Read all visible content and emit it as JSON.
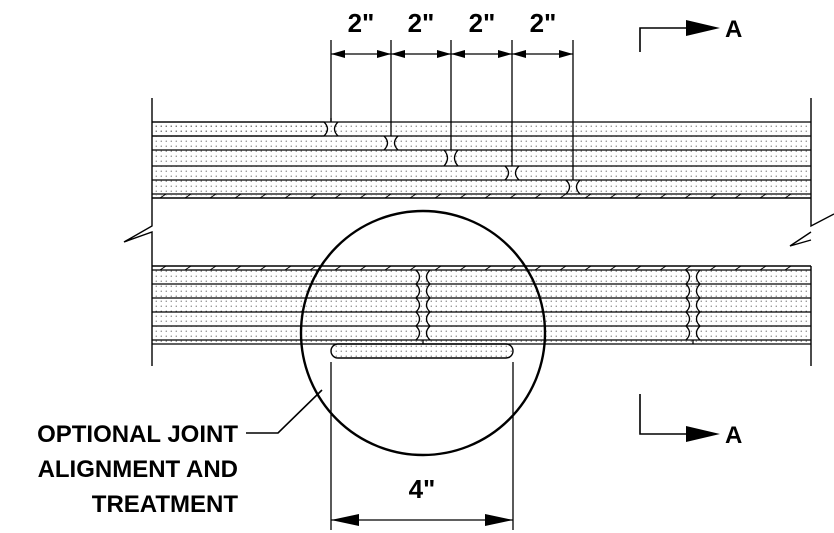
{
  "drawing": {
    "stagger_dimensions": [
      "2\"",
      "2\"",
      "2\"",
      "2\""
    ],
    "overlap_dimension": "4\"",
    "section_markers": [
      "A",
      "A"
    ],
    "note_lines": [
      "OPTIONAL JOINT",
      "ALIGNMENT AND",
      "TREATMENT"
    ]
  }
}
